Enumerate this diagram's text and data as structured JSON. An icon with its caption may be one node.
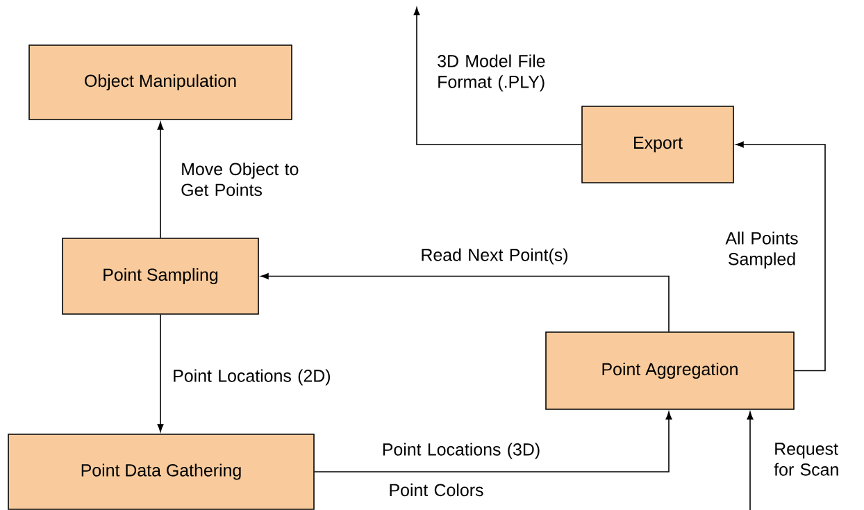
{
  "diagram": {
    "nodes": [
      {
        "text": [
          "Object Manipulation"
        ]
      },
      {
        "text": [
          "Export"
        ]
      },
      {
        "text": [
          "Point Sampling"
        ]
      },
      {
        "text": [
          "Point Aggregation"
        ]
      },
      {
        "text": [
          "Point Data Gathering"
        ]
      }
    ],
    "edges": [
      {
        "from": 2,
        "to": 0,
        "arrow": "to",
        "label": "Move Object to Get Points"
      },
      {
        "from": 2,
        "to": 4,
        "arrow": "to",
        "label": "Point Locations (2D)"
      },
      {
        "from": 3,
        "to": 2,
        "arrow": "to",
        "label": "Read Next Point(s)"
      },
      {
        "from": 3,
        "to": 1,
        "arrow": "to",
        "label": "All Points Sampled"
      },
      {
        "from": 1,
        "to": null,
        "arrow": "to",
        "label": "3D Model File Format (.PLY)"
      },
      {
        "from": 4,
        "to": 3,
        "arrow": "to",
        "label": "Point Locations (3D)"
      },
      {
        "from": null,
        "to": 3,
        "arrow": "to",
        "label": "Request for Scan"
      }
    ],
    "labels": [
      "Point Colors"
    ]
  }
}
